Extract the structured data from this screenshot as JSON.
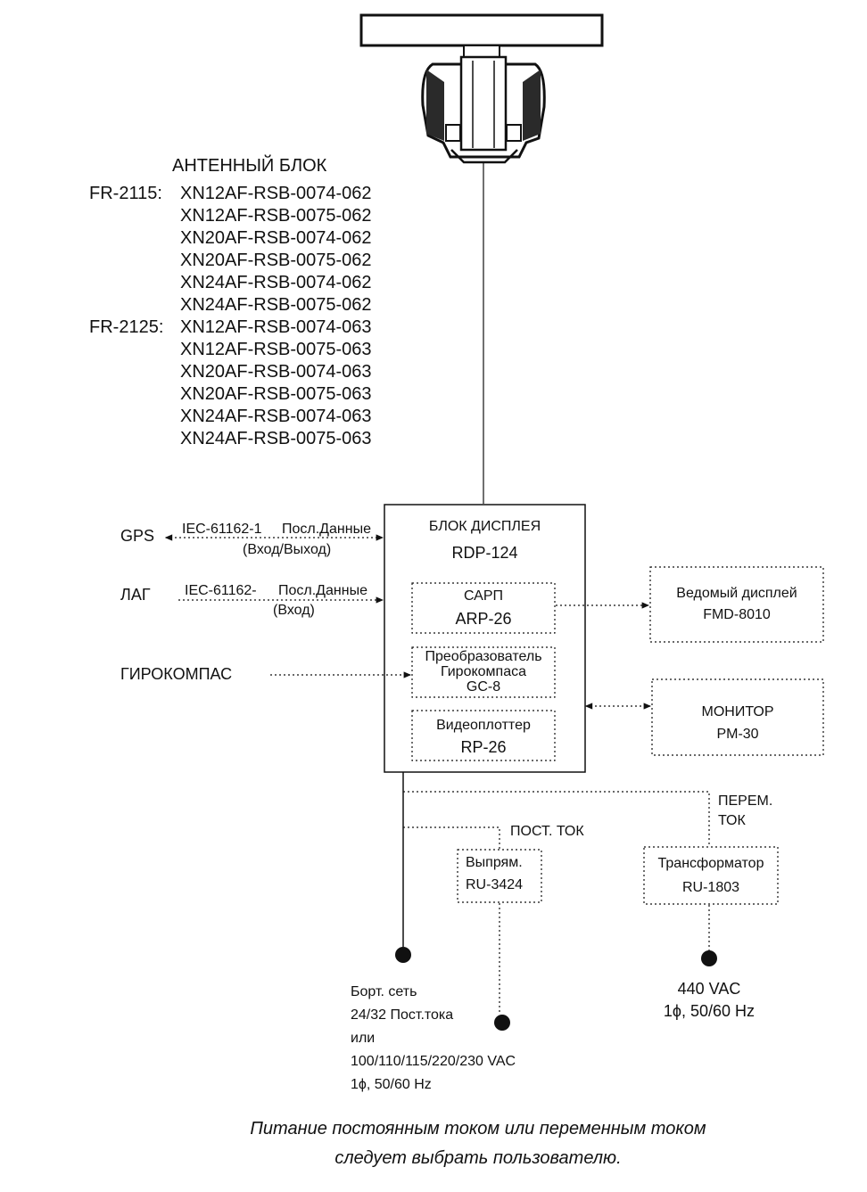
{
  "antenna": {
    "title": "АНТЕННЫЙ БЛОК",
    "groups": [
      {
        "label": "FR-2115:",
        "models": [
          "XN12AF-RSB-0074-062",
          "XN12AF-RSB-0075-062",
          "XN20AF-RSB-0074-062",
          "XN20AF-RSB-0075-062",
          "XN24AF-RSB-0074-062",
          "XN24AF-RSB-0075-062"
        ]
      },
      {
        "label": "FR-2125:",
        "models": [
          "XN12AF-RSB-0074-063",
          "XN12AF-RSB-0075-063",
          "XN20AF-RSB-0074-063",
          "XN20AF-RSB-0075-063",
          "XN24AF-RSB-0074-063",
          "XN24AF-RSB-0075-063"
        ]
      }
    ]
  },
  "display_unit": {
    "title": "БЛОК ДИСПЛЕЯ",
    "model": "RDP-124",
    "modules": [
      {
        "name": "САРП",
        "model": "ARP-26"
      },
      {
        "name_line1": "Преобразователь",
        "name_line2": "Гирокомпаса",
        "model": "GC-8"
      },
      {
        "name": "Видеоплоттер",
        "model": "RP-26"
      }
    ]
  },
  "inputs": {
    "gps": {
      "label": "GPS",
      "standard": "IEC-61162-1",
      "data": "Посл.Данные",
      "direction": "(Вход/Выход)"
    },
    "log": {
      "label": "ЛАГ",
      "standard": "IEC-61162-",
      "data": "Посл.Данные",
      "direction": "(Вход)"
    },
    "gyro": {
      "label": "ГИРОКОМПАС"
    }
  },
  "outputs": {
    "slave_display": {
      "name": "Ведомый дисплей",
      "model": "FMD-8010"
    },
    "monitor": {
      "name": "МОНИТОР",
      "model": "PM-30"
    }
  },
  "power": {
    "dc_label": "ПОСТ. ТОК",
    "ac_label_line1": "ПЕРЕМ.",
    "ac_label_line2": "ТОК",
    "rectifier": {
      "name": "Выпрям.",
      "model": "RU-3424"
    },
    "transformer": {
      "name": "Трансформатор",
      "model": "RU-1803"
    },
    "ship_mains": {
      "line1": "Борт. сеть",
      "line2": "24/32 Пост.тока",
      "line3": "или",
      "line4": "100/110/115/220/230 VAC",
      "line5": "1ϕ, 50/60 Hz"
    },
    "ac440": {
      "line1": "440 VAC",
      "line2": "1ϕ, 50/60 Hz"
    }
  },
  "caption": {
    "line1": "Питание постоянным током или переменным током",
    "line2": "следует выбрать пользователю."
  }
}
